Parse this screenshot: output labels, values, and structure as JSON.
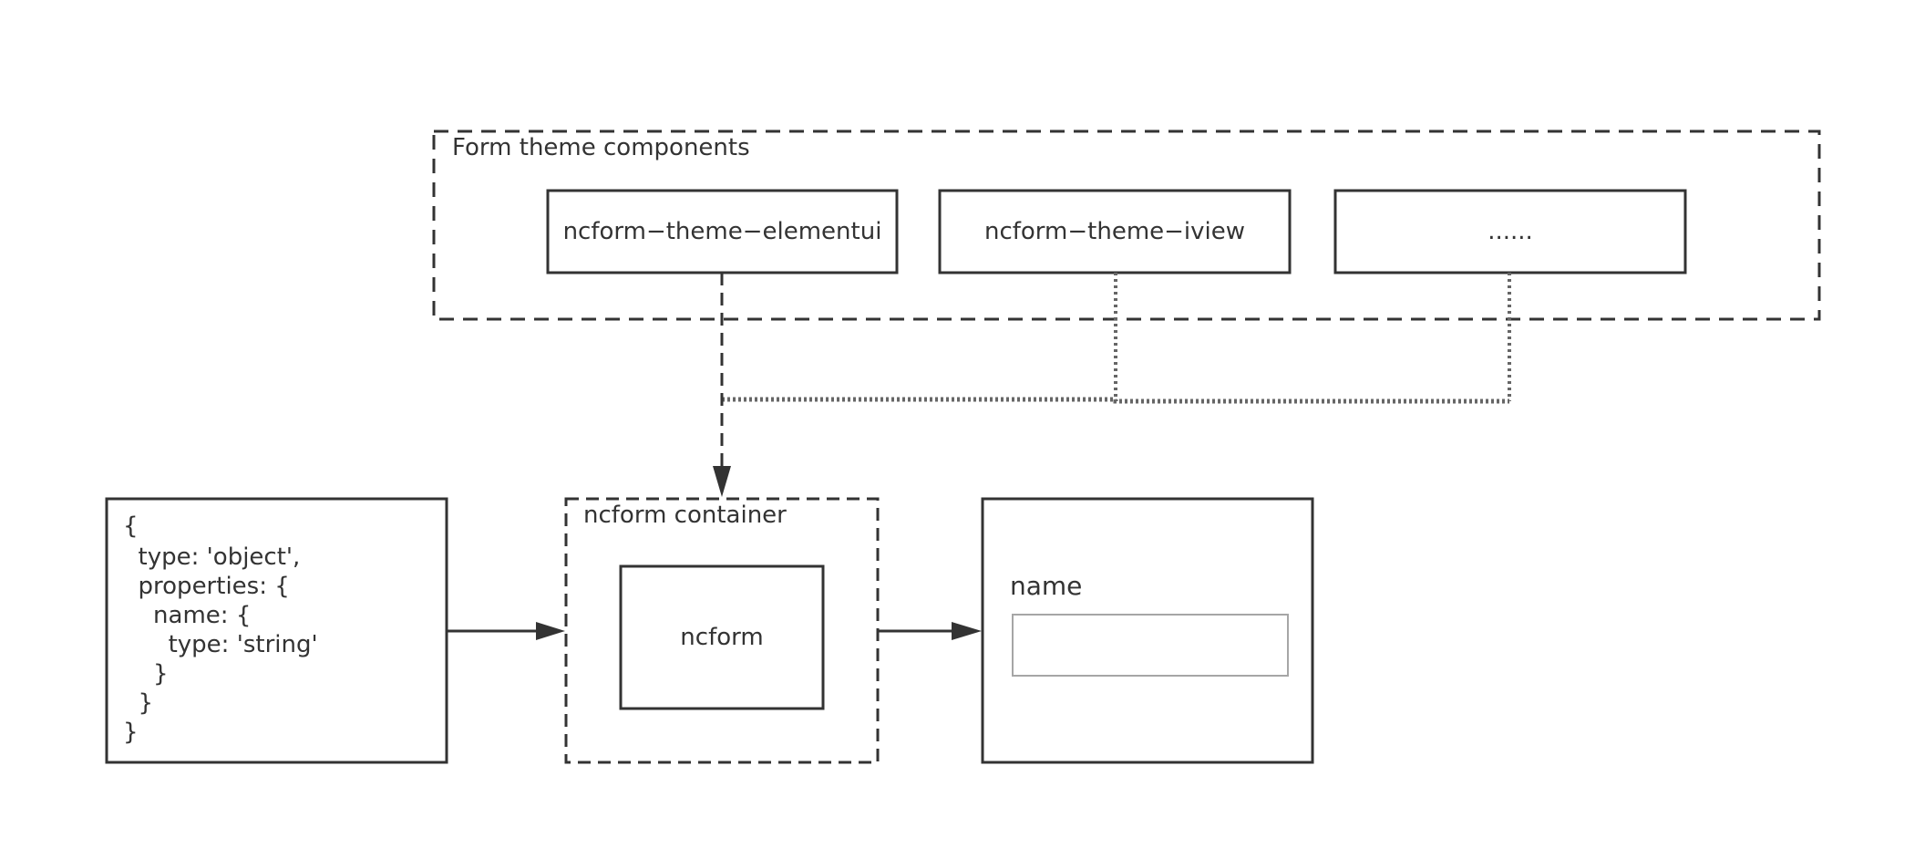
{
  "theme_group": {
    "title": "Form theme components",
    "components": [
      {
        "label": "ncform−theme−elementui"
      },
      {
        "label": "ncform−theme−iview"
      },
      {
        "label": "......"
      }
    ]
  },
  "schema_box": {
    "lines": [
      "{",
      "  type: 'object',",
      "  properties: {",
      "    name: {",
      "      type: 'string'",
      "    }",
      "  }",
      "}"
    ]
  },
  "container": {
    "title": "ncform container",
    "inner_label": "ncform"
  },
  "result_form": {
    "field_label": "name",
    "field_value": ""
  },
  "colors": {
    "stroke": "#333333",
    "dotted": "#666666",
    "input_border": "#a6a6a6"
  }
}
